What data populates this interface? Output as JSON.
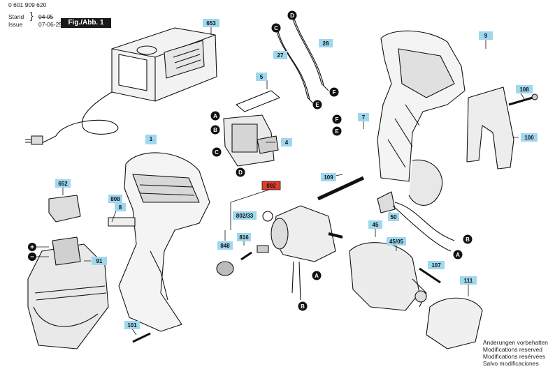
{
  "header": {
    "part_number": "0 601 909 620",
    "stand_label": "Stand",
    "issue_label": "Issue",
    "stand_value": "04 05",
    "issue_value": "07-06-25",
    "figure_label": "Fig./Abb. 1"
  },
  "part_labels": [
    "653",
    "9",
    "108",
    "100",
    "1",
    "5",
    "4",
    "7",
    "109",
    "1",
    "652",
    "808",
    "8",
    "802",
    "802/33",
    "816",
    "848",
    "45",
    "45/05",
    "50",
    "91",
    "107",
    "111",
    "101",
    "28",
    "27"
  ],
  "connector_labels": [
    "D",
    "C",
    "F",
    "E",
    "A",
    "B",
    "C",
    "D",
    "F",
    "E",
    "B",
    "A",
    "A",
    "B"
  ],
  "polarity": {
    "plus": "+",
    "minus": "−"
  },
  "notes": [
    "Änderungen vorbehalten",
    "Modifications reserved",
    "Modifications resérvées",
    "Salvo modificaciones"
  ],
  "colors": {
    "label_fill": "#9fd7ef",
    "highlight_fill": "#e23b2a",
    "line": "#111111"
  }
}
